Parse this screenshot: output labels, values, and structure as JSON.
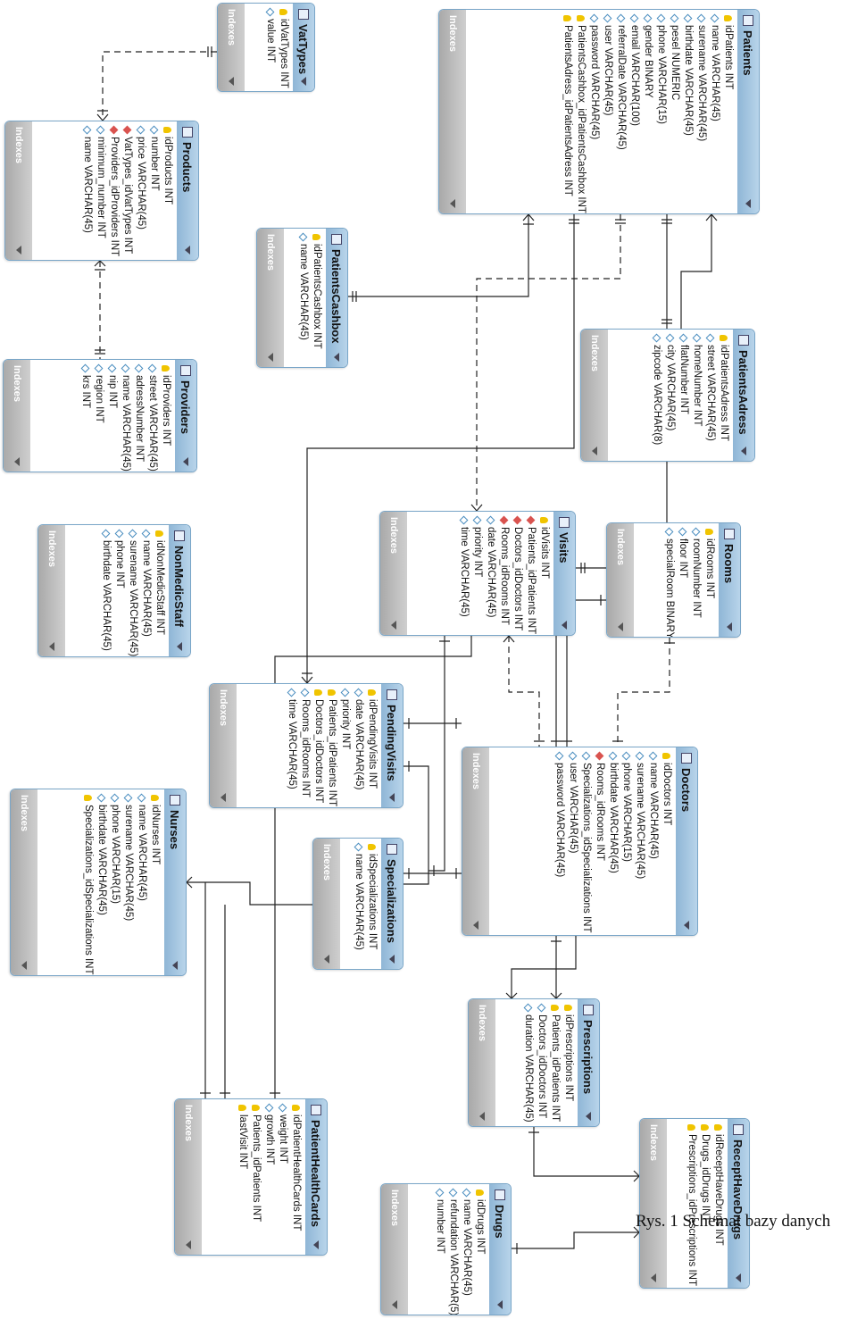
{
  "caption": "Rys. 1 Schemat bazy danych",
  "index_label": "Indexes",
  "tables": [
    {
      "id": "vattypes",
      "name": "VatTypes",
      "columns": [
        {
          "icon": "key",
          "text": "idVatTypes INT"
        },
        {
          "icon": "col",
          "text": "value INT"
        }
      ]
    },
    {
      "id": "patients",
      "name": "Patients",
      "columns": [
        {
          "icon": "key",
          "text": "idPatients INT"
        },
        {
          "icon": "col",
          "text": "name VARCHAR(45)"
        },
        {
          "icon": "col",
          "text": "surename VARCHAR(45)"
        },
        {
          "icon": "col",
          "text": "birthdate VARCHAR(45)"
        },
        {
          "icon": "col",
          "text": "pesel NUMERIC"
        },
        {
          "icon": "col",
          "text": "phone VARCHAR(15)"
        },
        {
          "icon": "col",
          "text": "gender BINARY"
        },
        {
          "icon": "col",
          "text": "email VARCHAR(100)"
        },
        {
          "icon": "col",
          "text": "referralDate VARCHAR(45)"
        },
        {
          "icon": "col",
          "text": "user VARCHAR(45)"
        },
        {
          "icon": "col",
          "text": "password VARCHAR(45)"
        },
        {
          "icon": "key",
          "text": "PatientsCashbox_idPatientsCashbox INT"
        },
        {
          "icon": "key",
          "text": "PatientsAdress_idPatientsAdress INT"
        }
      ]
    },
    {
      "id": "products",
      "name": "Products",
      "columns": [
        {
          "icon": "key",
          "text": "idProducts INT"
        },
        {
          "icon": "col",
          "text": "number INT"
        },
        {
          "icon": "col",
          "text": "price VARCHAR(45)"
        },
        {
          "icon": "fk",
          "text": "VatTypes_idVatTypes INT"
        },
        {
          "icon": "fk",
          "text": "Providers_idProviders INT"
        },
        {
          "icon": "col",
          "text": "minimum_number INT"
        },
        {
          "icon": "col",
          "text": "name VARCHAR(45)"
        }
      ]
    },
    {
      "id": "cashbox",
      "name": "PatientsCashbox",
      "columns": [
        {
          "icon": "key",
          "text": "idPatientsCashbox INT"
        },
        {
          "icon": "col",
          "text": "name VARCHAR(45)"
        }
      ]
    },
    {
      "id": "adress",
      "name": "PatientsAdress",
      "columns": [
        {
          "icon": "key",
          "text": "idPatientsAdress INT"
        },
        {
          "icon": "col",
          "text": "street VARCHAR(45)"
        },
        {
          "icon": "col",
          "text": "homeNumber INT"
        },
        {
          "icon": "col",
          "text": "flatNumber INT"
        },
        {
          "icon": "col",
          "text": "city VARCHAR(45)"
        },
        {
          "icon": "col",
          "text": "zipcode VARCHAR(8)"
        }
      ]
    },
    {
      "id": "providers",
      "name": "Providers",
      "columns": [
        {
          "icon": "key",
          "text": "idProviders INT"
        },
        {
          "icon": "col",
          "text": "street VARCHAR(45)"
        },
        {
          "icon": "col",
          "text": "adressNumber INT"
        },
        {
          "icon": "col",
          "text": "name VARCHAR(45)"
        },
        {
          "icon": "col",
          "text": "nip INT"
        },
        {
          "icon": "col",
          "text": "region INT"
        },
        {
          "icon": "col",
          "text": "krs INT"
        }
      ]
    },
    {
      "id": "nonmedic",
      "name": "NonMedicStaff",
      "columns": [
        {
          "icon": "key",
          "text": "idNonMedicStaff INT"
        },
        {
          "icon": "col",
          "text": "name VARCHAR(45)"
        },
        {
          "icon": "col",
          "text": "surename VARCHAR(45)"
        },
        {
          "icon": "col",
          "text": "phone INT"
        },
        {
          "icon": "col",
          "text": "birthdate VARCHAR(45)"
        }
      ]
    },
    {
      "id": "visits",
      "name": "Visits",
      "columns": [
        {
          "icon": "key",
          "text": "idVisits INT"
        },
        {
          "icon": "fk",
          "text": "Patients_idPatients INT"
        },
        {
          "icon": "fk",
          "text": "Doctors_idDoctors INT"
        },
        {
          "icon": "fk",
          "text": "Rooms_idRooms INT"
        },
        {
          "icon": "col",
          "text": "date VARCHAR(45)"
        },
        {
          "icon": "col",
          "text": "priority INT"
        },
        {
          "icon": "col",
          "text": "time VARCHAR(45)"
        }
      ]
    },
    {
      "id": "rooms",
      "name": "Rooms",
      "columns": [
        {
          "icon": "key",
          "text": "idRooms INT"
        },
        {
          "icon": "col",
          "text": "roomNumber INT"
        },
        {
          "icon": "col",
          "text": "floor INT"
        },
        {
          "icon": "col",
          "text": "specialRoom BINARY"
        }
      ]
    },
    {
      "id": "pending",
      "name": "PendingVisits",
      "columns": [
        {
          "icon": "key",
          "text": "idPendingVisits INT"
        },
        {
          "icon": "col",
          "text": "date VARCHAR(45)"
        },
        {
          "icon": "col",
          "text": "priority INT"
        },
        {
          "icon": "key",
          "text": "Patients_idPatients INT"
        },
        {
          "icon": "key",
          "text": "Doctors_idDoctors INT"
        },
        {
          "icon": "col",
          "text": "Rooms_idRooms INT"
        },
        {
          "icon": "col",
          "text": "time VARCHAR(45)"
        }
      ]
    },
    {
      "id": "doctors",
      "name": "Doctors",
      "columns": [
        {
          "icon": "key",
          "text": "idDoctors INT"
        },
        {
          "icon": "col",
          "text": "name VARCHAR(45)"
        },
        {
          "icon": "col",
          "text": "surename VARCHAR(45)"
        },
        {
          "icon": "col",
          "text": "phone VARCHAR(15)"
        },
        {
          "icon": "col",
          "text": "birthdate VARCHAR(45)"
        },
        {
          "icon": "fk",
          "text": "Rooms_idRooms INT"
        },
        {
          "icon": "col",
          "text": "Specializations_idSpecializations INT"
        },
        {
          "icon": "col",
          "text": "user VARCHAR(45)"
        },
        {
          "icon": "col",
          "text": "password VARCHAR(45)"
        }
      ]
    },
    {
      "id": "nurses",
      "name": "Nurses",
      "columns": [
        {
          "icon": "key",
          "text": "idNurses INT"
        },
        {
          "icon": "col",
          "text": "name VARCHAR(45)"
        },
        {
          "icon": "col",
          "text": "surename VARCHAR(45)"
        },
        {
          "icon": "col",
          "text": "phone VARCHAR(15)"
        },
        {
          "icon": "col",
          "text": "birthdate VARCHAR(45)"
        },
        {
          "icon": "key",
          "text": "Specializations_idSpecializations INT"
        }
      ]
    },
    {
      "id": "specs",
      "name": "Specializations",
      "columns": [
        {
          "icon": "key",
          "text": "idSpecializations INT"
        },
        {
          "icon": "col",
          "text": "name VARCHAR(45)"
        }
      ]
    },
    {
      "id": "prescriptions",
      "name": "Prescriptions",
      "columns": [
        {
          "icon": "key",
          "text": "idPrescriptions INT"
        },
        {
          "icon": "key",
          "text": "Patients_idPatients INT"
        },
        {
          "icon": "col",
          "text": "Doctors_idDoctors INT"
        },
        {
          "icon": "col",
          "text": "duration VARCHAR(45)"
        }
      ]
    },
    {
      "id": "healthcards",
      "name": "PatientHealthCards",
      "columns": [
        {
          "icon": "key",
          "text": "idPatientHealthCards INT"
        },
        {
          "icon": "col",
          "text": "weight INT"
        },
        {
          "icon": "col",
          "text": "growth INT"
        },
        {
          "icon": "key",
          "text": "Patients_idPatients INT"
        },
        {
          "icon": "key",
          "text": "lastVisit INT"
        }
      ]
    },
    {
      "id": "recept",
      "name": "ReceptHaveDrugs",
      "columns": [
        {
          "icon": "key",
          "text": "idReceptHaveDrugs INT"
        },
        {
          "icon": "key",
          "text": "Drugs_idDrugs INT"
        },
        {
          "icon": "key",
          "text": "Prescriptions_idPrescriptions INT"
        }
      ]
    },
    {
      "id": "drugs",
      "name": "Drugs",
      "columns": [
        {
          "icon": "key",
          "text": "idDrugs INT"
        },
        {
          "icon": "col",
          "text": "name VARCHAR(45)"
        },
        {
          "icon": "col",
          "text": "refundation VARCHAR(5)"
        },
        {
          "icon": "col",
          "text": "number INT"
        }
      ]
    }
  ]
}
